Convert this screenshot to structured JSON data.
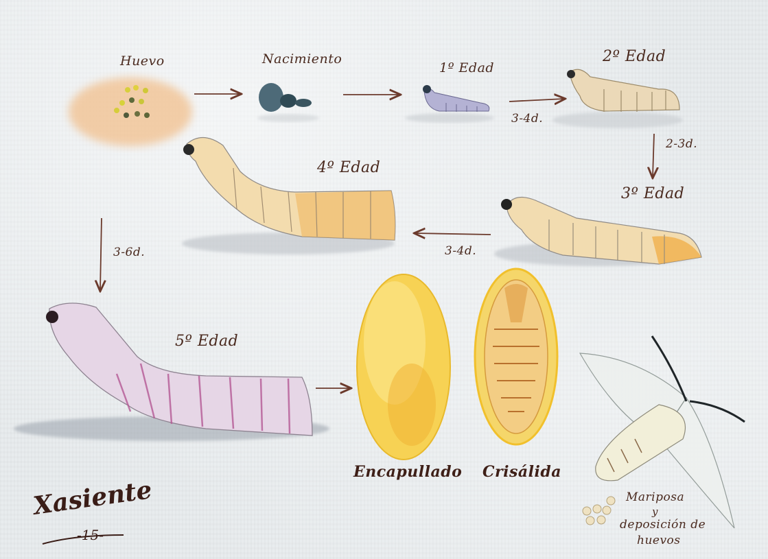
{
  "stages": {
    "egg": "Huevo",
    "birth": "Nacimiento",
    "instar1": "1º Edad",
    "instar2": "2º Edad",
    "instar3": "3º Edad",
    "instar4": "4º Edad",
    "instar5": "5º Edad",
    "cocoon": "Encapullado",
    "pupa": "Crisálida",
    "moth_line1": "Mariposa",
    "moth_line2": "y",
    "moth_line3": "deposición de",
    "moth_line4": "huevos"
  },
  "durations": {
    "i1_to_i2": "3-4d.",
    "i2_to_i3": "2-3d.",
    "i3_to_i4": "3-4d.",
    "i4_to_i5": "3-6d."
  },
  "signature": {
    "name": "Xasiente",
    "year": "-15-"
  },
  "colors": {
    "paper": "#e8ecee",
    "ink": "#4a2a1f",
    "larva": "#f0d8a8",
    "larva_orange": "#e8b060",
    "instar5": "#e6d6e6",
    "cocoon": "#f4c430",
    "pupa": "#e9a84a"
  }
}
